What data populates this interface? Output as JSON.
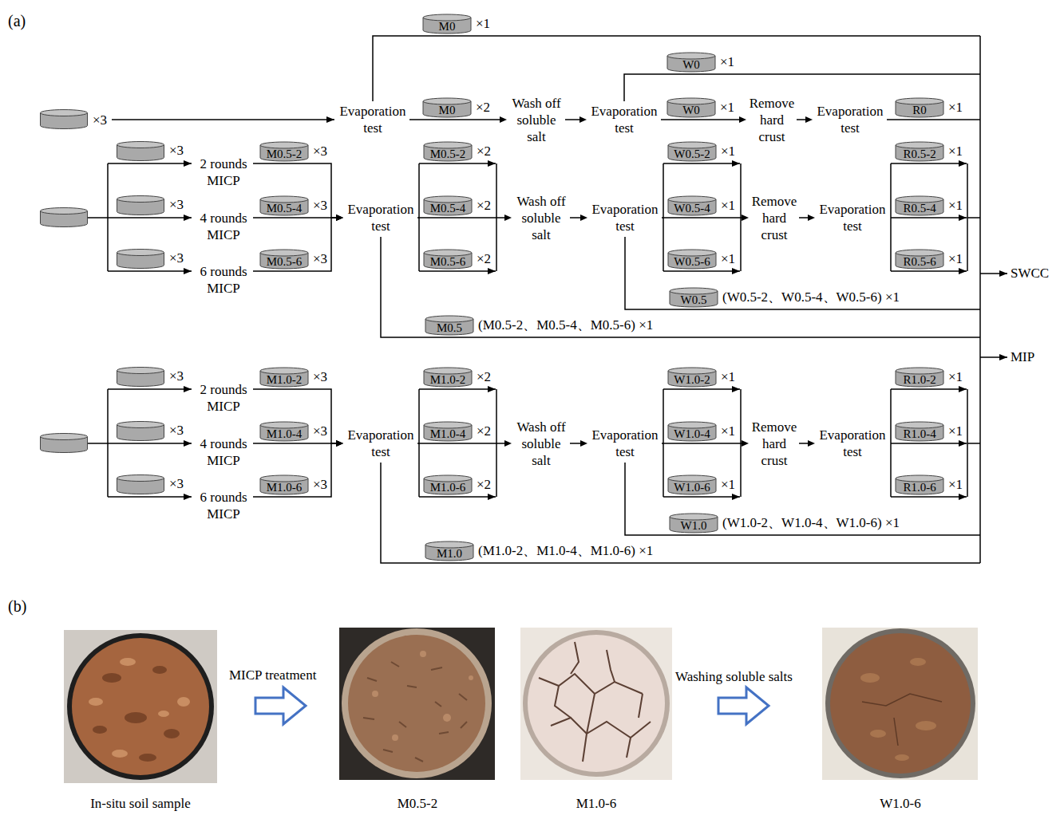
{
  "diagram": {
    "nodes": [
      {
        "text": [
          "M0"
        ]
      },
      {
        "text": [
          "Evaporation test"
        ]
      },
      {
        "text": [
          "M0"
        ]
      },
      {
        "text": [
          "Wash off soluble salt"
        ]
      },
      {
        "text": [
          "W0"
        ]
      },
      {
        "text": [
          "Evaporation test"
        ]
      },
      {
        "text": [
          "W0"
        ]
      },
      {
        "text": [
          "Remove hard crust"
        ]
      },
      {
        "text": [
          "Evaporation test"
        ]
      },
      {
        "text": [
          "R0"
        ]
      },
      {
        "text": [
          "2 rounds MICP"
        ]
      },
      {
        "text": [
          "4 rounds MICP"
        ]
      },
      {
        "text": [
          "6 rounds MICP"
        ]
      },
      {
        "text": [
          "M0.5-2"
        ]
      },
      {
        "text": [
          "M0.5-4"
        ]
      },
      {
        "text": [
          "M0.5-6"
        ]
      },
      {
        "text": [
          "Evaporation test"
        ]
      },
      {
        "text": [
          "M0.5-2"
        ]
      },
      {
        "text": [
          "M0.5-4"
        ]
      },
      {
        "text": [
          "M0.5-6"
        ]
      },
      {
        "text": [
          "Wash off soluble salt"
        ]
      },
      {
        "text": [
          "Evaporation test"
        ]
      },
      {
        "text": [
          "W0.5-2"
        ]
      },
      {
        "text": [
          "W0.5-4"
        ]
      },
      {
        "text": [
          "W0.5-6"
        ]
      },
      {
        "text": [
          "Remove hard crust"
        ]
      },
      {
        "text": [
          "Evaporation test"
        ]
      },
      {
        "text": [
          "R0.5-2"
        ]
      },
      {
        "text": [
          "R0.5-4"
        ]
      },
      {
        "text": [
          "R0.5-6"
        ]
      },
      {
        "text": [
          "W0.5"
        ]
      },
      {
        "text": [
          "M0.5"
        ]
      },
      {
        "text": [
          "2 rounds MICP"
        ]
      },
      {
        "text": [
          "4 rounds MICP"
        ]
      },
      {
        "text": [
          "6 rounds MICP"
        ]
      },
      {
        "text": [
          "M1.0-2"
        ]
      },
      {
        "text": [
          "M1.0-4"
        ]
      },
      {
        "text": [
          "M1.0-6"
        ]
      },
      {
        "text": [
          "Evaporation test"
        ]
      },
      {
        "text": [
          "M1.0-2"
        ]
      },
      {
        "text": [
          "M1.0-4"
        ]
      },
      {
        "text": [
          "M1.0-6"
        ]
      },
      {
        "text": [
          "Wash off soluble salt"
        ]
      },
      {
        "text": [
          "Evaporation test"
        ]
      },
      {
        "text": [
          "W1.0-2"
        ]
      },
      {
        "text": [
          "W1.0-4"
        ]
      },
      {
        "text": [
          "W1.0-6"
        ]
      },
      {
        "text": [
          "Remove hard crust"
        ]
      },
      {
        "text": [
          "Evaporation test"
        ]
      },
      {
        "text": [
          "R1.0-2"
        ]
      },
      {
        "text": [
          "R1.0-4"
        ]
      },
      {
        "text": [
          "R1.0-6"
        ]
      },
      {
        "text": [
          "W1.0"
        ]
      },
      {
        "text": [
          "M1.0"
        ]
      }
    ],
    "edges": [
      {
        "from": 1,
        "to": 3,
        "arrow": "to"
      },
      {
        "from": 3,
        "to": 5,
        "arrow": "to"
      },
      {
        "from": 5,
        "to": 7,
        "arrow": "to"
      },
      {
        "from": 7,
        "to": 8,
        "arrow": "to"
      },
      {
        "from": 10,
        "to": 16,
        "arrow": "to"
      },
      {
        "from": 11,
        "to": 16,
        "arrow": "to"
      },
      {
        "from": 12,
        "to": 16,
        "arrow": "to"
      },
      {
        "from": 16,
        "to": 20,
        "arrow": "to"
      },
      {
        "from": 20,
        "to": 21,
        "arrow": "to"
      },
      {
        "from": 21,
        "to": 25,
        "arrow": "to"
      },
      {
        "from": 25,
        "to": 26,
        "arrow": "to"
      },
      {
        "from": 32,
        "to": 38,
        "arrow": "to"
      },
      {
        "from": 33,
        "to": 38,
        "arrow": "to"
      },
      {
        "from": 34,
        "to": 38,
        "arrow": "to"
      },
      {
        "from": 38,
        "to": 42,
        "arrow": "to"
      },
      {
        "from": 42,
        "to": 43,
        "arrow": "to"
      },
      {
        "from": 43,
        "to": 47,
        "arrow": "to"
      },
      {
        "from": 47,
        "to": 48,
        "arrow": "to"
      }
    ],
    "labels": [
      "(a)",
      "×1",
      "×3",
      "×2",
      "×1",
      "×1",
      "×1",
      "×3",
      "×3",
      "×3",
      "×3",
      "×3",
      "×3",
      "×2",
      "×2",
      "×2",
      "×1",
      "×1",
      "×1",
      "×1",
      "×1",
      "×1",
      "(W0.5-2、W0.5-4、W0.5-6) ×1",
      "(M0.5-2、M0.5-4、M0.5-6) ×1",
      "SWCC",
      "MIP",
      "×3",
      "×3",
      "×3",
      "×3",
      "×3",
      "×3",
      "×2",
      "×2",
      "×2",
      "×1",
      "×1",
      "×1",
      "×1",
      "×1",
      "×1",
      "(W1.0-2、W1.0-4、W1.0-6) ×1",
      "(M1.0-2、M1.0-4、M1.0-6) ×1",
      "(b)",
      "MICP treatment",
      "Washing soluble salts",
      "In-situ soil sample",
      "M0.5-2",
      "M1.0-6",
      "W1.0-6"
    ]
  }
}
